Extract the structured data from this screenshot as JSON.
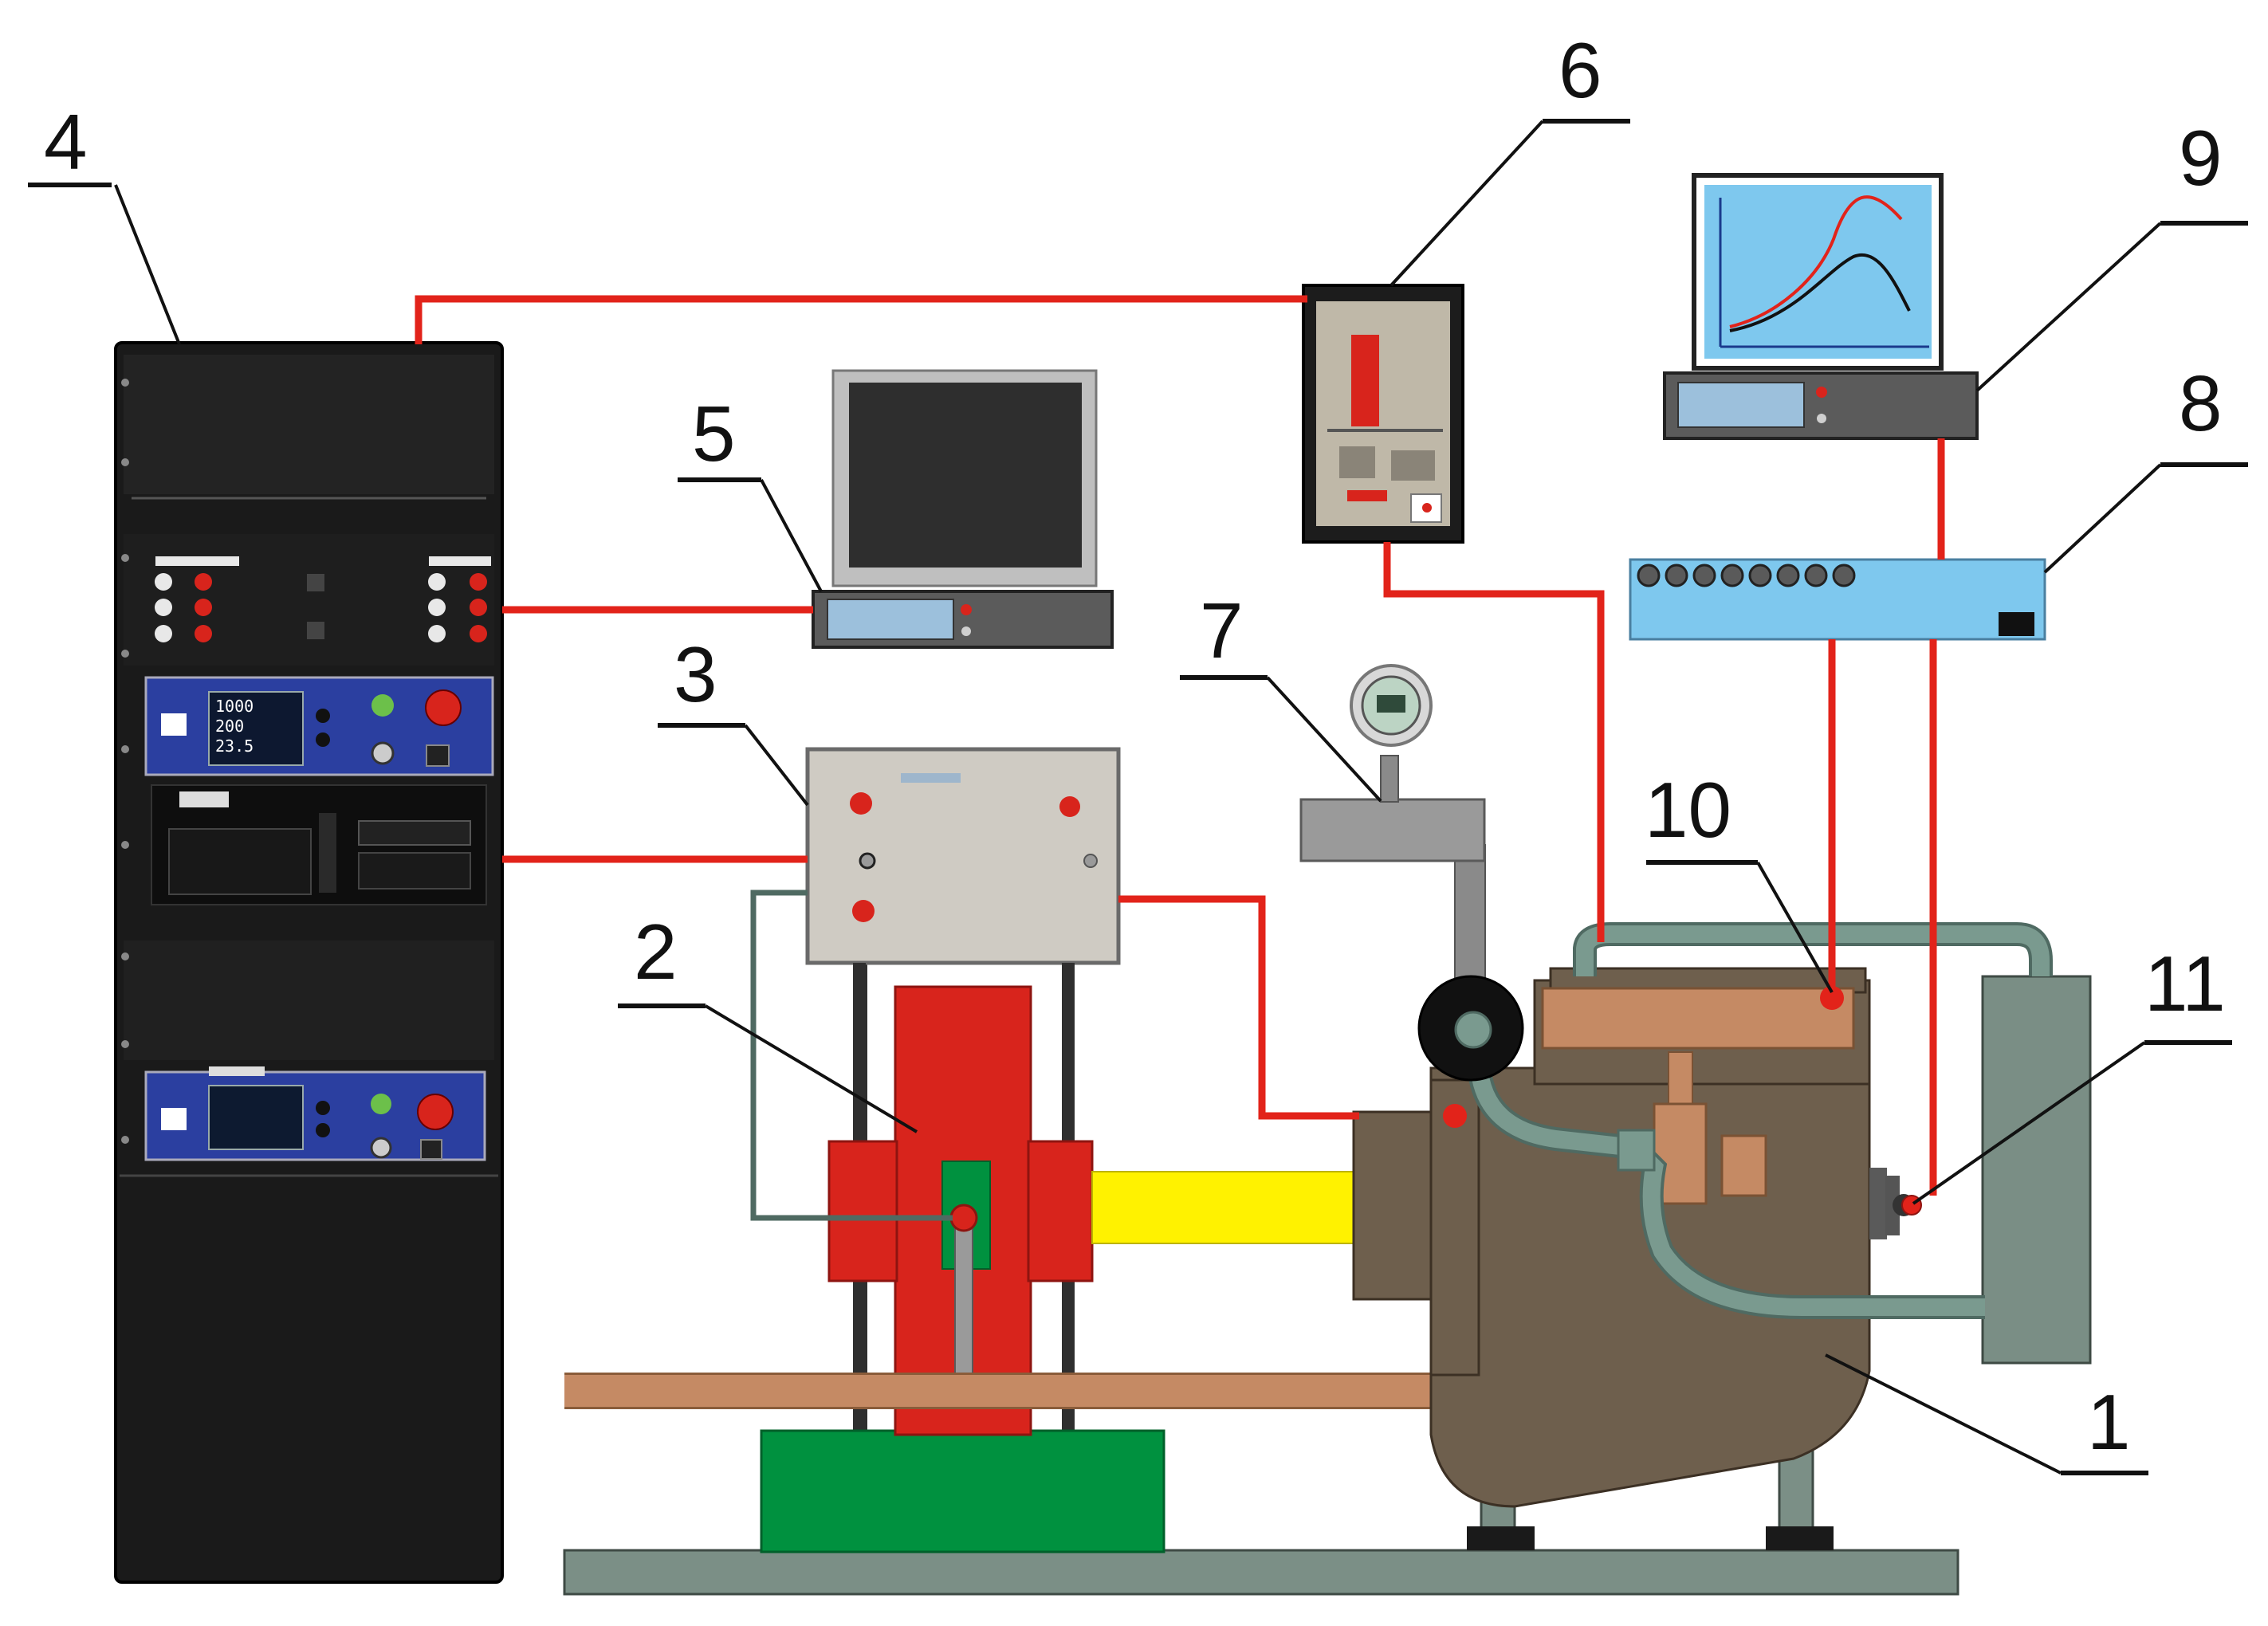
{
  "labels": {
    "n1": "1",
    "n2": "2",
    "n3": "3",
    "n4": "4",
    "n5": "5",
    "n6": "6",
    "n7": "7",
    "n8": "8",
    "n9": "9",
    "n10": "10",
    "n11": "11"
  },
  "rack_display": {
    "line1": "1000",
    "line2": "200",
    "line3": "23.5"
  },
  "colors": {
    "wire": "#e2231a",
    "engine": "#6e5f4d",
    "dyno": "#d8241c",
    "shaft": "#fff200",
    "base_block": "#00913f",
    "analyzer": "#7ec8ee",
    "frame": "#7a8e85",
    "copper": "#c58a64",
    "rack": "#1a1a1a",
    "panel": "#2b3fa0"
  },
  "icons": [
    "computer-icon",
    "monitor-icon",
    "gauge-icon",
    "sensor-icon"
  ]
}
